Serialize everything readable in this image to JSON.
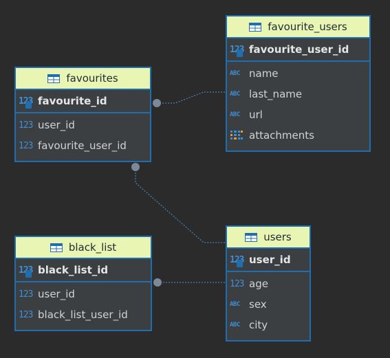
{
  "entities": {
    "favourites": {
      "title": "favourites",
      "pk": "favourite_id",
      "fields": [
        {
          "name": "user_id",
          "type": "numeric"
        },
        {
          "name": "favourite_user_id",
          "type": "numeric"
        }
      ]
    },
    "favourite_users": {
      "title": "favourite_users",
      "pk": "favourite_user_id",
      "fields": [
        {
          "name": "name",
          "type": "string"
        },
        {
          "name": "last_name",
          "type": "string"
        },
        {
          "name": "url",
          "type": "string"
        },
        {
          "name": "attachments",
          "type": "array"
        }
      ]
    },
    "black_list": {
      "title": "black_list",
      "pk": "black_list_id",
      "fields": [
        {
          "name": "user_id",
          "type": "numeric"
        },
        {
          "name": "black_list_user_id",
          "type": "numeric"
        }
      ]
    },
    "users": {
      "title": "users",
      "pk": "user_id",
      "fields": [
        {
          "name": "age",
          "type": "numeric"
        },
        {
          "name": "sex",
          "type": "string"
        },
        {
          "name": "city",
          "type": "string"
        }
      ]
    }
  },
  "icon_labels": {
    "numeric": "123",
    "string": "ABC"
  },
  "colors": {
    "background": "#2b2b2b",
    "entity_body": "#3c3f41",
    "entity_border": "#1f6fb0",
    "header": "#e8f5b3",
    "link": "#4a7fb0",
    "connector_dot": "#7a8a99"
  }
}
